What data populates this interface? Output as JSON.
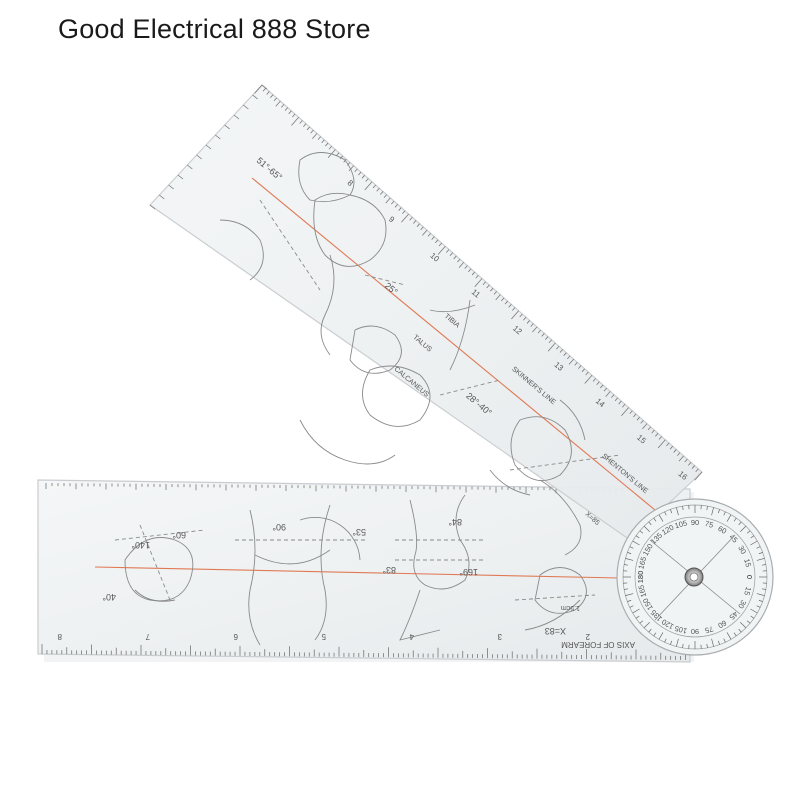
{
  "store": {
    "name": "Good Electrical 888 Store"
  },
  "product": {
    "upper_arm": {
      "labels": {
        "angle_top": "51°-65°",
        "angle_mid": "25°",
        "angle_low": "28°-40°",
        "tibia": "TIBIA",
        "talus": "TALUS",
        "calcaneus": "CALCANEUS",
        "skinners_line": "SKINNER'S LINE",
        "shentons_line": "SHENTON'S LINE",
        "x_value": "X=85"
      },
      "scale_numbers": [
        "8",
        "9",
        "10",
        "11",
        "12",
        "13",
        "14",
        "15",
        "16"
      ]
    },
    "lower_arm": {
      "labels": {
        "a140": "140°",
        "a60": "60°",
        "a40": "40°",
        "a90": "90°",
        "a53": "53°",
        "a84": "84°",
        "a83": "83°",
        "a169": "169°",
        "x83": "X=83",
        "axis_forearm": "AXIS OF FOREARM",
        "small_value": "1.5cm"
      },
      "scale_numbers": [
        "8",
        "7",
        "6",
        "5",
        "4",
        "3",
        "2"
      ]
    },
    "protractor": {
      "numbers": [
        "180",
        "165",
        "150",
        "135",
        "120",
        "105",
        "90",
        "75",
        "60",
        "45",
        "30",
        "15",
        "0"
      ]
    }
  }
}
